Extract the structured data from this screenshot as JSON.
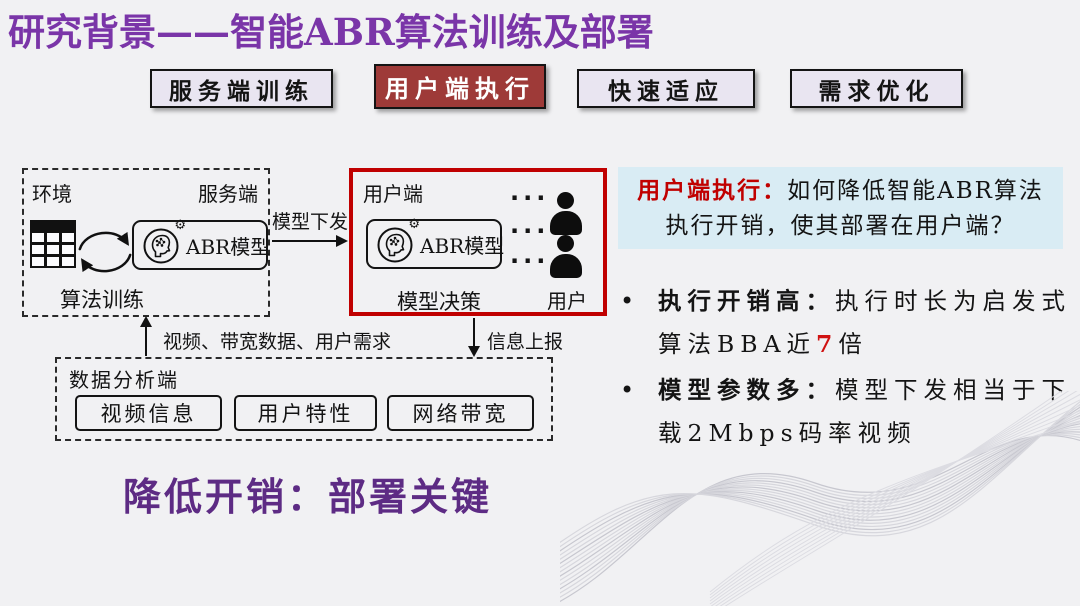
{
  "title": "研究背景——智能ABR算法训练及部署",
  "tabs": [
    {
      "label": "服务端训练",
      "active": false
    },
    {
      "label": "用户端执行",
      "active": true
    },
    {
      "label": "快速适应",
      "active": false
    },
    {
      "label": "需求优化",
      "active": false
    }
  ],
  "diagram": {
    "server": {
      "region_label": "服务端",
      "env_label": "环境",
      "model_label": "ABR模型",
      "training_label": "算法训练"
    },
    "deploy_label": "模型下发",
    "client": {
      "region_label": "用户端",
      "model_label": "ABR模型",
      "decision_label": "模型决策",
      "users_label": "用户",
      "ellipsis": "···"
    },
    "data_analysis": {
      "region_label": "数据分析端",
      "boxes": [
        "视频信息",
        "用户特性",
        "网络带宽"
      ]
    },
    "feedback_label": "视频、带宽数据、用户需求",
    "report_label": "信息上报"
  },
  "highlight_box": {
    "lead": "用户端执行：",
    "line1": "如何降低智能ABR算法",
    "line2": "执行开销，使其部署在用户端？"
  },
  "bullets": [
    {
      "marker": "•",
      "line1_bold": "执行开销高：",
      "line1_rest": "执行时长为启发式",
      "line2_pre": "算法BBA近",
      "line2_em": "7",
      "line2_post": "倍"
    },
    {
      "marker": "•",
      "line1_bold": "模型参数多：",
      "line1_rest": "模型下发相当于下",
      "line2_pre": "载2Mbps码率视频",
      "line2_em": "",
      "line2_post": ""
    }
  ],
  "footer": "降低开销：部署关键",
  "icons": {
    "gear": "⚙",
    "brain_head": "ai-brain-profile",
    "table": "dataset-grid",
    "cycle": "training-loop-arrows",
    "person": "user-silhouette"
  },
  "colors": {
    "title_purple": "#7A35A8",
    "footer_purple": "#5D2B84",
    "active_tab_bg": "#9E3A38",
    "tab_bg": "#E9E5F1",
    "accent_red": "#C00000",
    "highlight_bg": "#D9ECF4",
    "background": "#F1F1F3"
  }
}
